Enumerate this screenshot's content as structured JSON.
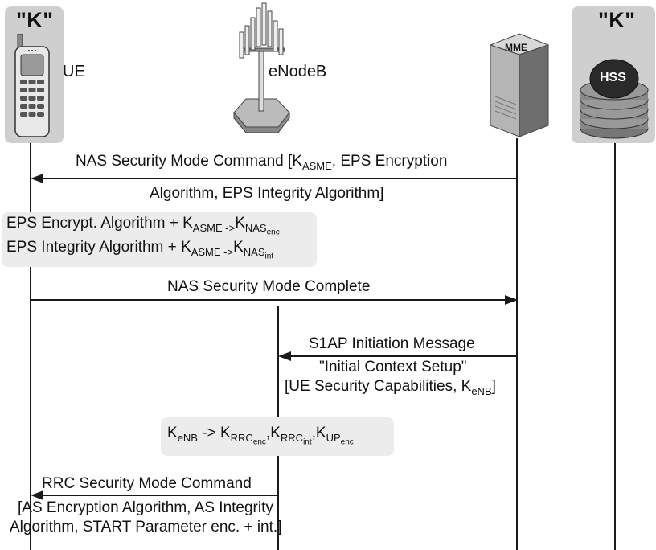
{
  "left_key": "\"K\"",
  "right_key": "\"K\"",
  "ue_label": "UE",
  "enodeb_label": "eNodeB",
  "mme_label": "MME",
  "hss_label": "HSS",
  "msg1": {
    "line1_pre": "NAS Security Mode Command [K",
    "line1_sub": "ASME",
    "line1_post": ", EPS Encryption",
    "line2": "Algorithm, EPS Integrity Algorithm]"
  },
  "box1": {
    "row1_pre": "EPS Encrypt. Algorithm + K",
    "row1_sub1": "ASME",
    "row1_arrow": " ->",
    "row1_k": "K",
    "row1_sub2": "NAS",
    "row1_sub3": "enc",
    "row2_pre": "EPS Integrity Algorithm + K",
    "row2_sub1": "ASME",
    "row2_arrow": " ->",
    "row2_k": "K",
    "row2_sub2": "NAS",
    "row2_sub3": "int"
  },
  "msg2": "NAS Security Mode Complete",
  "msg3": {
    "line1": "S1AP Initiation Message",
    "line2": "\"Initial Context Setup\"",
    "line3_pre": "[UE Security Capabilities, K",
    "line3_sub": "eNB",
    "line3_post": "]"
  },
  "box2": {
    "k1": "K",
    "sub1": "eNB",
    "arrow": " -> K",
    "sub2a": "RRC",
    "sub2b": "enc",
    "k3": ",K",
    "sub3a": "RRC",
    "sub3b": "int",
    "k4": ",K",
    "sub4a": "UP",
    "sub4b": "enc"
  },
  "msg4": {
    "line1": "RRC Security Mode Command",
    "line2": "[AS Encryption Algorithm, AS Integrity",
    "line3": "Algorithm, START Parameter enc. + int.]"
  },
  "colors": {
    "panel": "#cfcfcf",
    "box": "#ececec",
    "line": "#1a1a1a"
  }
}
